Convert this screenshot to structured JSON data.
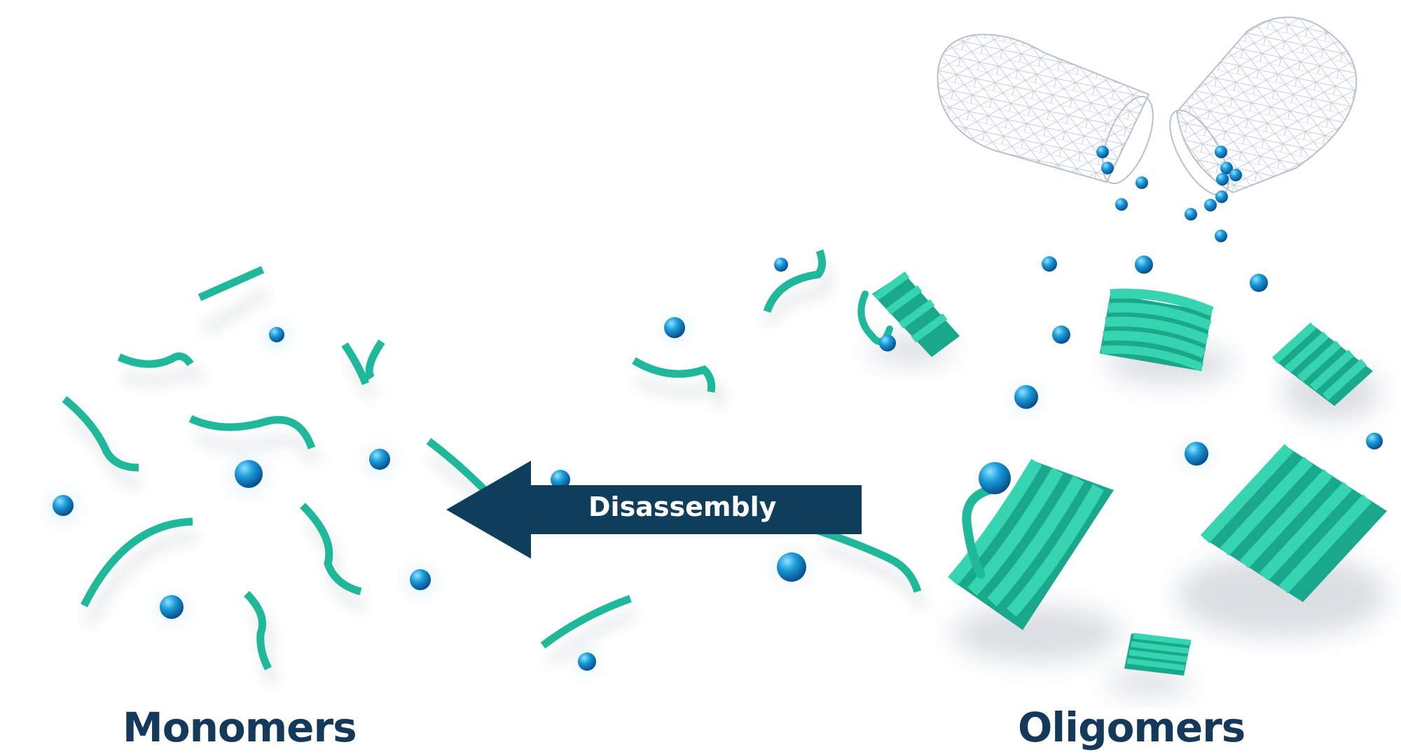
{
  "labels": {
    "left": "Monomers",
    "right": "Oligomers",
    "arrow": "Disassembly"
  },
  "colors": {
    "strand": "#1fb89a",
    "strand_dark": "#0e8f78",
    "sphere": "#1a9ad8",
    "sphere_dark": "#0a5fa3",
    "arrow": "#0f3d5c",
    "label": "#14395a",
    "capsule_mesh": "#c4ccd8"
  }
}
